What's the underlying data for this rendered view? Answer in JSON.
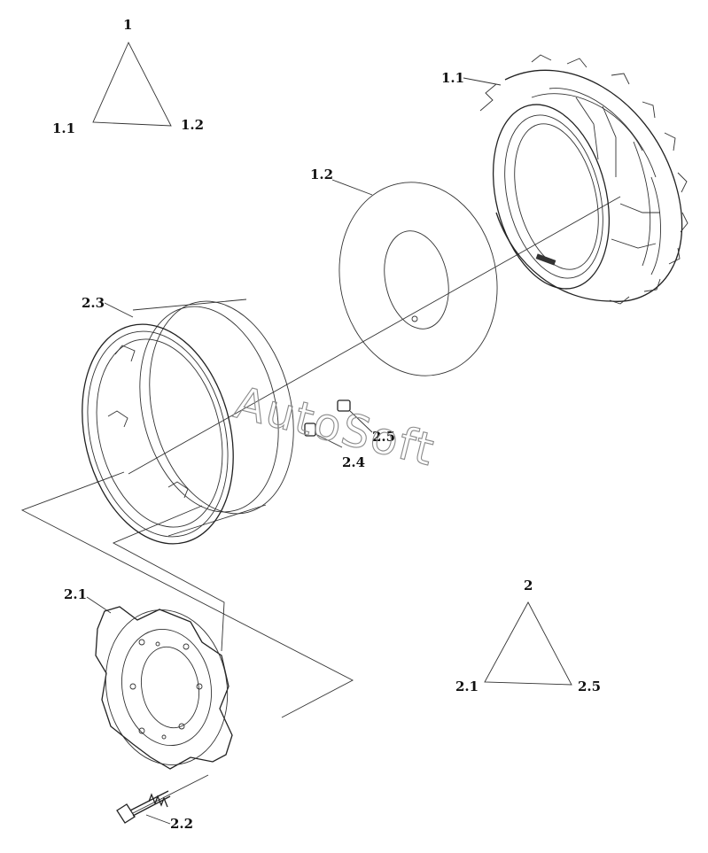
{
  "watermark": "AutoSoft",
  "groups": [
    {
      "id": "1",
      "children": [
        "1.1",
        "1.2"
      ]
    },
    {
      "id": "2",
      "children": [
        "2.1",
        "2.5"
      ]
    }
  ],
  "labels": {
    "tire": "1.1",
    "inner_disc": "1.2",
    "rim": "2.3",
    "nut": "2.5",
    "washer": "2.4",
    "wheel_disc": "2.1",
    "bolt": "2.2"
  }
}
